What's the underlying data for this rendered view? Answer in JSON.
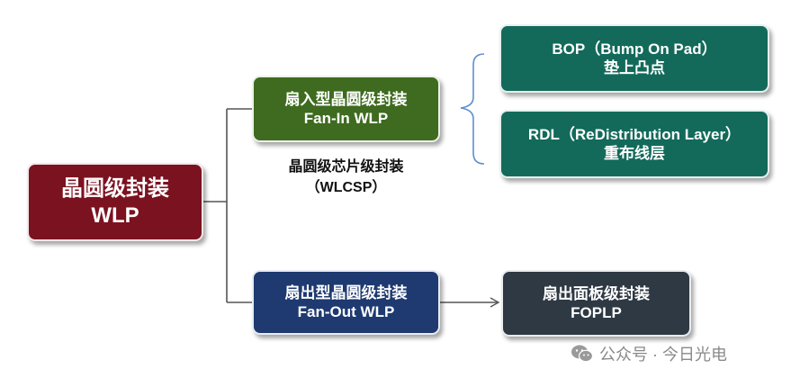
{
  "root": {
    "line1": "晶圆级封装",
    "line2": "WLP",
    "color": "#7b1220"
  },
  "fan_in": {
    "line1": "扇入型晶圆级封装",
    "line2": "Fan-In WLP",
    "color": "#3e6b1f"
  },
  "wlcsp_caption": {
    "line1": "晶圆级芯片级封装",
    "line2": "（WLCSP）"
  },
  "fan_out": {
    "line1": "扇出型晶圆级封装",
    "line2": "Fan-Out WLP",
    "color": "#1e3a70"
  },
  "bop": {
    "line1": "BOP（Bump On Pad）",
    "line2": "垫上凸点",
    "color": "#136a5a"
  },
  "rdl": {
    "line1": "RDL（ReDistribution Layer）",
    "line2": "重布线层",
    "color": "#136a5a"
  },
  "foplp": {
    "line1": "扇出面板级封装",
    "line2": "FOPLP",
    "color": "#2f3944"
  },
  "watermark": {
    "icon": "wechat-icon",
    "text": "公众号 · 今日光电"
  },
  "connector_color": "#555555",
  "brace_color": "#5b8fd0"
}
